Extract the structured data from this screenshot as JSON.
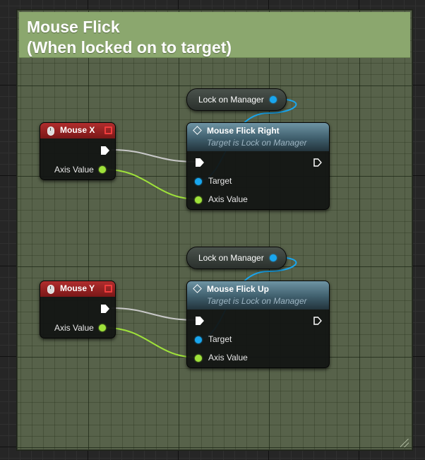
{
  "comment": {
    "title": "Mouse Flick\n(When locked on to target)"
  },
  "graphs": [
    {
      "event": {
        "title": "Mouse X",
        "axis_label": "Axis Value"
      },
      "variable": {
        "label": "Lock on Manager"
      },
      "function": {
        "title": "Mouse Flick Right",
        "subtitle": "Target is Lock on Manager",
        "target_label": "Target",
        "axis_label": "Axis Value"
      }
    },
    {
      "event": {
        "title": "Mouse Y",
        "axis_label": "Axis Value"
      },
      "variable": {
        "label": "Lock on Manager"
      },
      "function": {
        "title": "Mouse Flick Up",
        "subtitle": "Target is Lock on Manager",
        "target_label": "Target",
        "axis_label": "Axis Value"
      }
    }
  ],
  "colors": {
    "comment_header": "#8ba76e",
    "event_header": "#b12e2e",
    "function_header": "#6e94a4",
    "exec_wire": "#d0d0d0",
    "float_pin": "#9fe23a",
    "object_pin": "#19a6ee"
  }
}
